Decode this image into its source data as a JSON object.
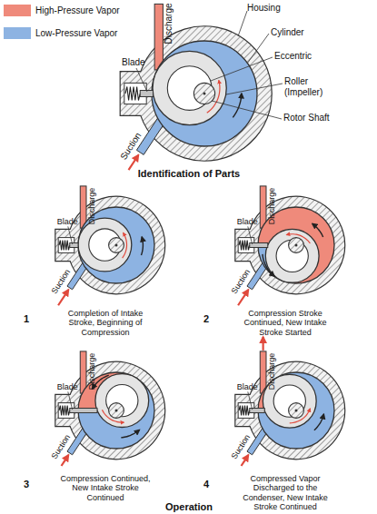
{
  "diagram": {
    "labels": [
      "Discharge",
      "Housing",
      "Cylinder",
      "Eccentric",
      "Blade",
      "Roller (Impeller)",
      "Rotor Shaft",
      "Suction",
      "Identification of Parts",
      "Discharge",
      "Blade",
      "Suction",
      "1",
      "Completion of Intake Stroke, Beginning of Compression",
      "Discharge",
      "Blade",
      "Suction",
      "2",
      "Compression Stroke Continued, New Intake Stroke Started",
      "Discharge",
      "Blade",
      "Suction",
      "3",
      "Compression Continued, New Intake Stroke Continued",
      "Discharge",
      "Blade",
      "Suction",
      "4",
      "Compressed Vapor Discharged to the Condenser, New Intake Stroke Continued",
      "Operation"
    ],
    "legend": [
      {
        "text": "High-Pressure Vapor",
        "color": "#ef8a7b"
      },
      {
        "text": "Low-Pressure Vapor",
        "color": "#8db3e2"
      }
    ]
  }
}
